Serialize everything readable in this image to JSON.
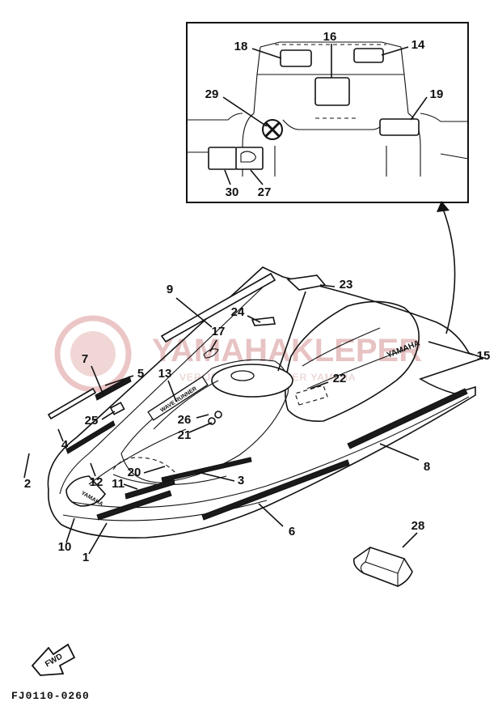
{
  "diagram": {
    "drawing_code": "FJ0110-0260",
    "fwd_label": "FWD",
    "watermark": {
      "title": "YAMAHAKLEPER",
      "subtitle": "VERIJEEDIIZZ I DEFLER YAMAHA"
    },
    "hull_text": {
      "front_logo": "YAMAHA",
      "sticker_text": "WAVE RUNNER"
    },
    "inset_part_labels": [
      "18",
      "16",
      "14",
      "29",
      "19",
      "30",
      "27"
    ],
    "main_part_labels": [
      "9",
      "23",
      "24",
      "17",
      "15",
      "7",
      "5",
      "13",
      "22",
      "25",
      "26",
      "21",
      "4",
      "2",
      "8",
      "20",
      "12",
      "11",
      "3",
      "10",
      "6",
      "1",
      "28"
    ]
  }
}
